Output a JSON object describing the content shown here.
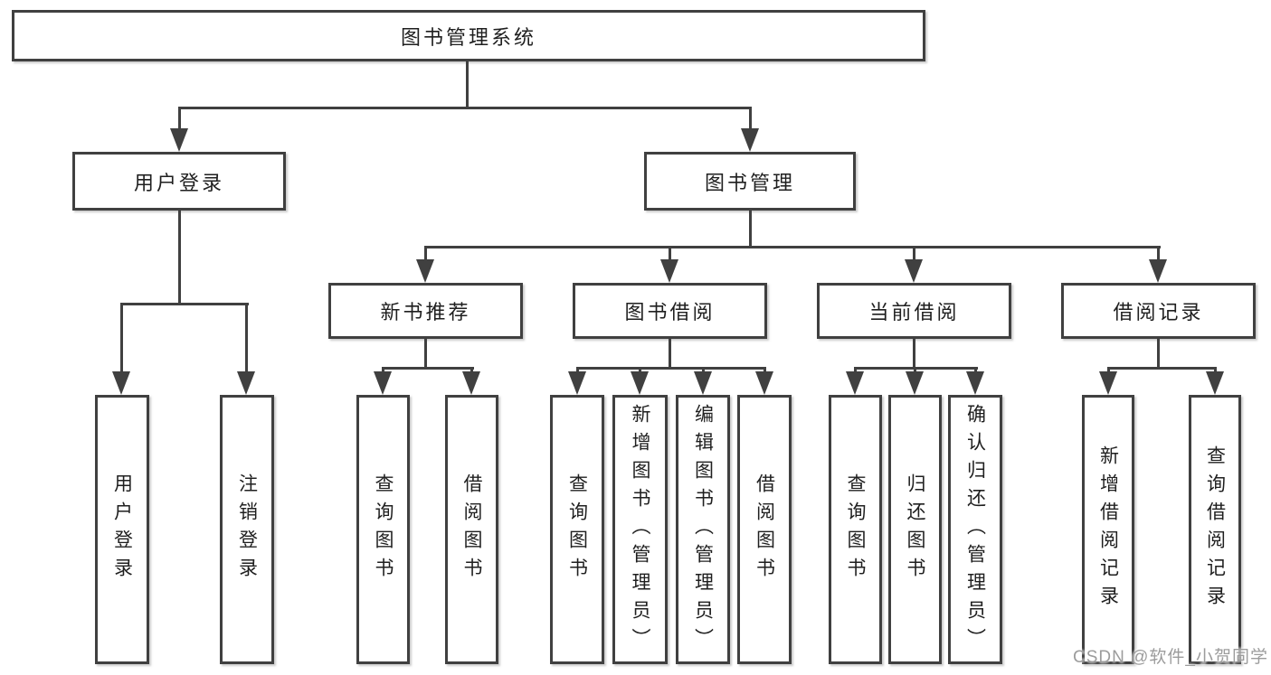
{
  "diagram_title": "图书管理系统",
  "watermark": "CSDN @软件_小贺同学",
  "colors": {
    "line": "#404040",
    "text": "#1f1f1f",
    "background": "#ffffff",
    "watermark": "#9c9c9c"
  },
  "nodes": {
    "root": {
      "label": "图书管理系统"
    },
    "user_login": {
      "label": "用户登录"
    },
    "book_mgmt": {
      "label": "图书管理"
    },
    "new_book_rec": {
      "label": "新书推荐"
    },
    "book_borrow": {
      "label": "图书借阅"
    },
    "current_borrow": {
      "label": "当前借阅"
    },
    "borrow_records": {
      "label": "借阅记录"
    },
    "leaf_user_login": {
      "label": "用户登录"
    },
    "leaf_logout": {
      "label": "注销登录"
    },
    "leaf_rec_query": {
      "label": "查询图书"
    },
    "leaf_rec_borrow": {
      "label": "借阅图书"
    },
    "leaf_bb_query": {
      "label": "查询图书"
    },
    "leaf_bb_add": {
      "label": "新增图书（管理员）"
    },
    "leaf_bb_edit": {
      "label": "编辑图书（管理员）"
    },
    "leaf_bb_borrow": {
      "label": "借阅图书"
    },
    "leaf_cb_query": {
      "label": "查询图书"
    },
    "leaf_cb_return": {
      "label": "归还图书"
    },
    "leaf_cb_confirm": {
      "label": "确认归还（管理员）"
    },
    "leaf_br_add": {
      "label": "新增借阅记录"
    },
    "leaf_br_query": {
      "label": "查询借阅记录"
    }
  },
  "hierarchy": {
    "图书管理系统": [
      "用户登录",
      "图书管理"
    ],
    "用户登录": [
      "用户登录",
      "注销登录"
    ],
    "图书管理": [
      "新书推荐",
      "图书借阅",
      "当前借阅",
      "借阅记录"
    ],
    "新书推荐": [
      "查询图书",
      "借阅图书"
    ],
    "图书借阅": [
      "查询图书",
      "新增图书（管理员）",
      "编辑图书（管理员）",
      "借阅图书"
    ],
    "当前借阅": [
      "查询图书",
      "归还图书",
      "确认归还（管理员）"
    ],
    "借阅记录": [
      "新增借阅记录",
      "查询借阅记录"
    ]
  }
}
